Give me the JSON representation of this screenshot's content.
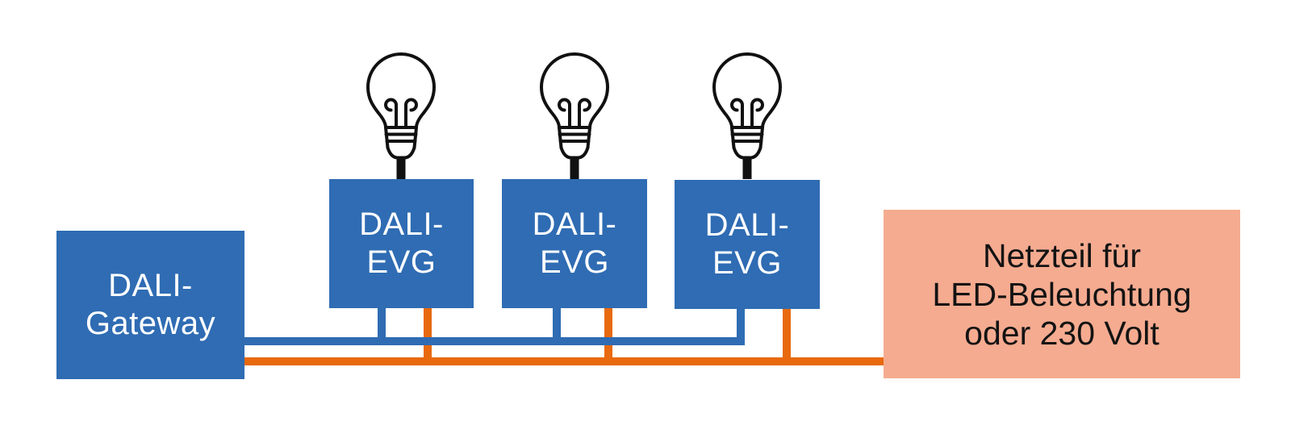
{
  "colors": {
    "box_blue": "#2f6cb3",
    "line_blue": "#2f6cb3",
    "line_orange": "#e8690e",
    "box_salmon": "#f5ab90",
    "text_light": "#ffffff",
    "text_dark": "#131313",
    "bulb_black": "#111111"
  },
  "gateway": {
    "line1": "DALI-",
    "line2": "Gateway"
  },
  "evg_units": [
    {
      "line1": "DALI-",
      "line2": "EVG"
    },
    {
      "line1": "DALI-",
      "line2": "EVG"
    },
    {
      "line1": "DALI-",
      "line2": "EVG"
    }
  ],
  "power_supply": {
    "line1": "Netzteil für",
    "line2": "LED-Beleuchtung",
    "line3": "oder 230 Volt"
  },
  "icons": {
    "light_bulb": "outlined light bulb with filament on black stem, one above each DALI-EVG box"
  }
}
